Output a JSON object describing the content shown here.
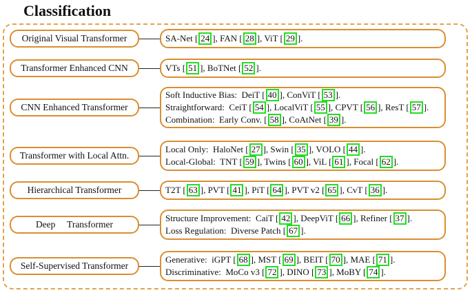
{
  "title": "Classification",
  "rows": [
    {
      "category": "Original Visual Transformer",
      "lines": [
        [
          {
            "t": "SA-Net ["
          },
          {
            "r": "24"
          },
          {
            "t": "], FAN ["
          },
          {
            "r": "28"
          },
          {
            "t": "], ViT ["
          },
          {
            "r": "29"
          },
          {
            "t": "]."
          }
        ]
      ]
    },
    {
      "category": "Transformer Enhanced CNN",
      "lines": [
        [
          {
            "t": "VTs ["
          },
          {
            "r": "51"
          },
          {
            "t": "], BoTNet ["
          },
          {
            "r": "52"
          },
          {
            "t": "]."
          }
        ]
      ]
    },
    {
      "category": "CNN Enhanced Transformer",
      "lines": [
        [
          {
            "t": "Soft Inductive Bias:  DeiT ["
          },
          {
            "r": "40"
          },
          {
            "t": "], ConViT ["
          },
          {
            "r": "53"
          },
          {
            "t": "]."
          }
        ],
        [
          {
            "t": "Straightforward:  CeiT ["
          },
          {
            "r": "54"
          },
          {
            "t": "], LocalViT ["
          },
          {
            "r": "55"
          },
          {
            "t": "], CPVT ["
          },
          {
            "r": "56"
          },
          {
            "t": "], ResT ["
          },
          {
            "r": "57"
          },
          {
            "t": "]."
          }
        ],
        [
          {
            "t": "Combination:  Early Conv. ["
          },
          {
            "r": "58"
          },
          {
            "t": "], CoAtNet ["
          },
          {
            "r": "39"
          },
          {
            "t": "]."
          }
        ]
      ]
    },
    {
      "category": "Transformer with Local Attn.",
      "lines": [
        [
          {
            "t": "Local Only:  HaloNet ["
          },
          {
            "r": "27"
          },
          {
            "t": "], Swin ["
          },
          {
            "r": "35"
          },
          {
            "t": "], VOLO ["
          },
          {
            "r": "44"
          },
          {
            "t": "]."
          }
        ],
        [
          {
            "t": "Local-Global:  TNT ["
          },
          {
            "r": "59"
          },
          {
            "t": "], Twins ["
          },
          {
            "r": "60"
          },
          {
            "t": "], ViL ["
          },
          {
            "r": "61"
          },
          {
            "t": "], Focal ["
          },
          {
            "r": "62"
          },
          {
            "t": "]."
          }
        ]
      ]
    },
    {
      "category": "Hierarchical Transformer",
      "lines": [
        [
          {
            "t": "T2T ["
          },
          {
            "r": "63"
          },
          {
            "t": "], PVT ["
          },
          {
            "r": "41"
          },
          {
            "t": "], PiT ["
          },
          {
            "r": "64"
          },
          {
            "t": "], PVT v2 ["
          },
          {
            "r": "65"
          },
          {
            "t": "], CvT ["
          },
          {
            "r": "36"
          },
          {
            "t": "]."
          }
        ]
      ]
    },
    {
      "category": "Deep     Transformer",
      "lines": [
        [
          {
            "t": "Structure Improvement:  CaiT ["
          },
          {
            "r": "42"
          },
          {
            "t": "], DeepViT ["
          },
          {
            "r": "66"
          },
          {
            "t": "], Refiner ["
          },
          {
            "r": "37"
          },
          {
            "t": "]."
          }
        ],
        [
          {
            "t": "Loss Regulation:  Diverse Patch ["
          },
          {
            "r": "67"
          },
          {
            "t": "]."
          }
        ]
      ]
    },
    {
      "category": "Self-Supervised Transformer",
      "lines": [
        [
          {
            "t": "Generative:  iGPT ["
          },
          {
            "r": "68"
          },
          {
            "t": "], MST ["
          },
          {
            "r": "69"
          },
          {
            "t": "], BEIT ["
          },
          {
            "r": "70"
          },
          {
            "t": "], MAE ["
          },
          {
            "r": "71"
          },
          {
            "t": "]."
          }
        ],
        [
          {
            "t": "Discriminative:  MoCo v3 ["
          },
          {
            "r": "72"
          },
          {
            "t": "], DINO ["
          },
          {
            "r": "73"
          },
          {
            "t": "], MoBY ["
          },
          {
            "r": "74"
          },
          {
            "t": "]."
          }
        ]
      ]
    }
  ],
  "colors": {
    "box_border": "#d98e2f",
    "frame_border": "#e3a24a",
    "ref_highlight": "#22dd22"
  }
}
